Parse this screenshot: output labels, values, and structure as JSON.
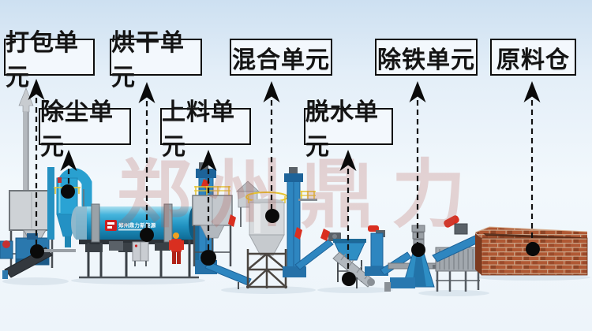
{
  "units": [
    {
      "id": "packing",
      "label": "打包单元"
    },
    {
      "id": "drying",
      "label": "烘干单元"
    },
    {
      "id": "mixing",
      "label": "混合单元"
    },
    {
      "id": "iron-removal",
      "label": "除铁单元"
    },
    {
      "id": "raw-material-bin",
      "label": "原料仓"
    },
    {
      "id": "dust-removal",
      "label": "除尘单元"
    },
    {
      "id": "feeding",
      "label": "上料单元"
    },
    {
      "id": "dewatering",
      "label": "脱水单元"
    }
  ],
  "watermark": "郑州鼎力",
  "drum": {
    "brand_text": "郑州鼎力新能源"
  },
  "colors": {
    "machine_blue": "#2aa3d4",
    "machine_blue_dark": "#1d6399",
    "accent_red": "#d92f20",
    "rail_yellow": "#e6c430",
    "brick_red": "#a9562f",
    "label_border": "#0d0d0d",
    "sky_top": "#cde0f1",
    "sky_bottom": "#edf4fa"
  }
}
